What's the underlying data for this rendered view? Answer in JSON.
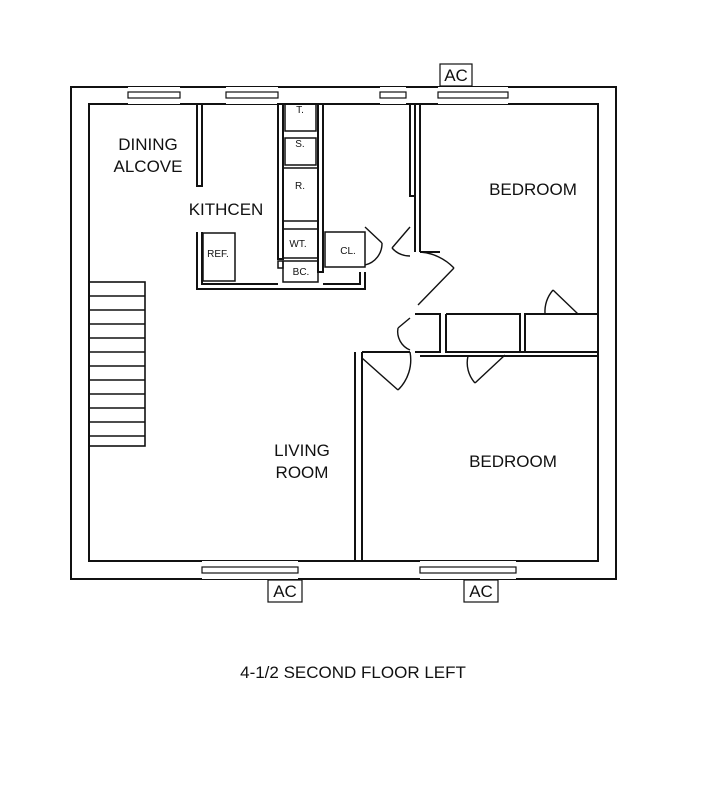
{
  "rooms": {
    "dining_line1": "DINING",
    "dining_line2": "ALCOVE",
    "kitchen": "KITHCEN",
    "living_line1": "LIVING",
    "living_line2": "ROOM",
    "bedroom_1": "BEDROOM",
    "bedroom_2": "BEDROOM"
  },
  "fixtures": {
    "t": "T.",
    "s": "S.",
    "r": "R.",
    "wt": "WT.",
    "ref": "REF.",
    "bc": "BC.",
    "cl": "CL."
  },
  "ac_units": {
    "top": "AC",
    "bottom_left": "AC",
    "bottom_right": "AC"
  },
  "caption": "4-1/2 SECOND FLOOR LEFT"
}
